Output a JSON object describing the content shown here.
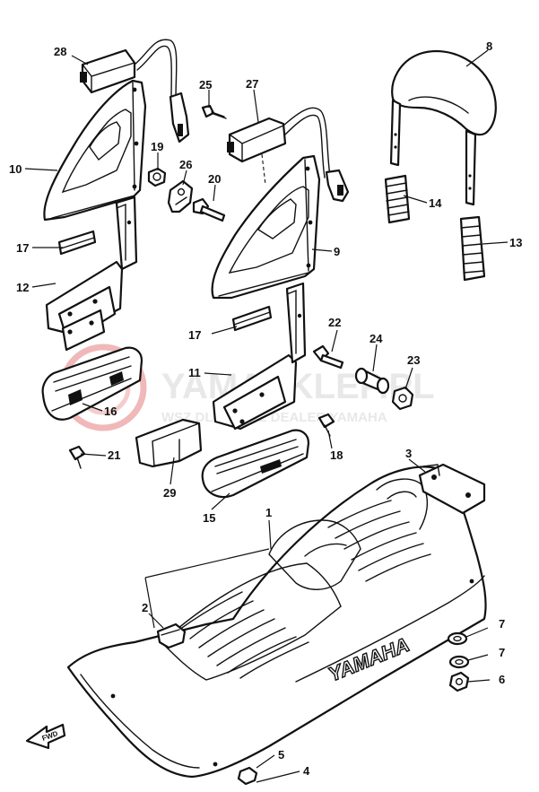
{
  "watermark": {
    "title": "YAMASKLEP.PL",
    "subtitle": "WSZ  DLOWIECZ DEALER YAMAHA",
    "accent": "#e34a4a"
  },
  "seat_brand": "YAMAHA",
  "front_marker": "FWD",
  "callouts": {
    "p1": "1",
    "p2": "2",
    "p3": "3",
    "p4": "4",
    "p5": "5",
    "p6": "6",
    "p7a": "7",
    "p7b": "7",
    "p8": "8",
    "p9": "9",
    "p10": "10",
    "p11": "11",
    "p12": "12",
    "p13": "13",
    "p14": "14",
    "p15": "15",
    "p16": "16",
    "p17a": "17",
    "p17b": "17",
    "p18": "18",
    "p19": "19",
    "p20": "20",
    "p21": "21",
    "p22": "22",
    "p23": "23",
    "p24": "24",
    "p25": "25",
    "p26": "26",
    "p27": "27",
    "p28": "28",
    "p29": "29"
  }
}
